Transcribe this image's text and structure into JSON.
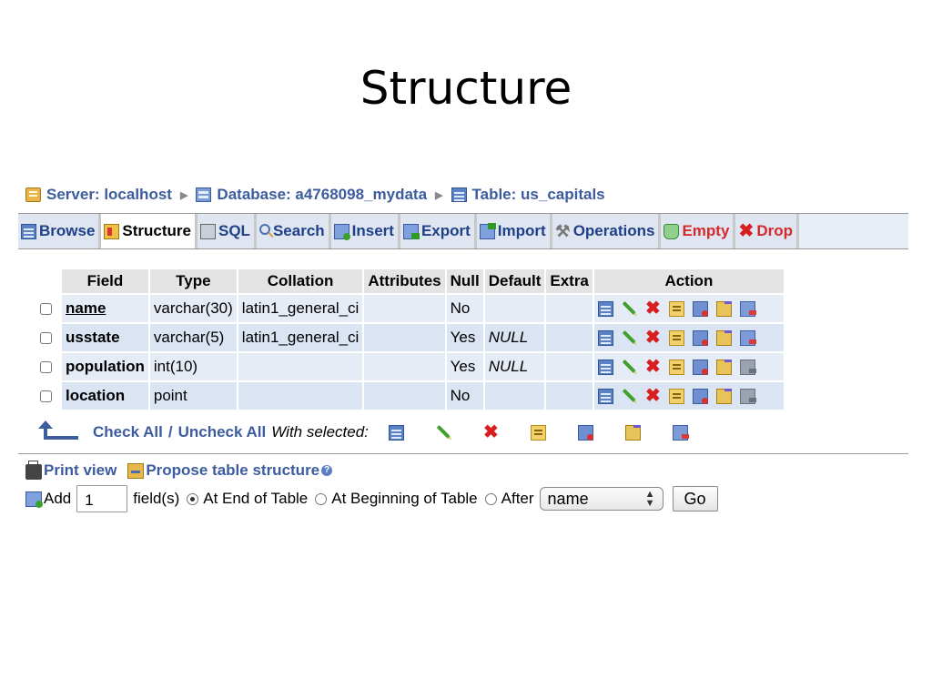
{
  "slide_title": "Structure",
  "breadcrumb": {
    "server": "Server: localhost",
    "database": "Database: a4768098_mydata",
    "table": "Table: us_capitals"
  },
  "tabs": [
    "Browse",
    "Structure",
    "SQL",
    "Search",
    "Insert",
    "Export",
    "Import",
    "Operations",
    "Empty",
    "Drop"
  ],
  "active_tab": "Structure",
  "table": {
    "headers": [
      "Field",
      "Type",
      "Collation",
      "Attributes",
      "Null",
      "Default",
      "Extra",
      "Action"
    ],
    "rows": [
      {
        "field": "name",
        "type": "varchar(30)",
        "collation": "latin1_general_ci",
        "attributes": "",
        "null": "No",
        "default": "",
        "extra": ""
      },
      {
        "field": "usstate",
        "type": "varchar(5)",
        "collation": "latin1_general_ci",
        "attributes": "",
        "null": "Yes",
        "default": "NULL",
        "extra": ""
      },
      {
        "field": "population",
        "type": "int(10)",
        "collation": "",
        "attributes": "",
        "null": "Yes",
        "default": "NULL",
        "extra": ""
      },
      {
        "field": "location",
        "type": "point",
        "collation": "",
        "attributes": "",
        "null": "No",
        "default": "",
        "extra": ""
      }
    ]
  },
  "bulk": {
    "check_all": "Check All",
    "separator": "/",
    "uncheck_all": "Uncheck All",
    "with_selected": "With selected:"
  },
  "links": {
    "print_view": "Print view",
    "propose": "Propose table structure"
  },
  "add_field": {
    "add_label": "Add",
    "count": "1",
    "fields_label": "field(s)",
    "at_end": "At End of Table",
    "at_beginning": "At Beginning of Table",
    "after": "After",
    "after_field": "name",
    "go": "Go"
  },
  "colors": {
    "link": "#3d5c9e",
    "row_odd": "#e6ecf6",
    "row_even": "#dbe4f2",
    "header_bg": "#e4e4e4",
    "danger": "#d42a2a"
  }
}
